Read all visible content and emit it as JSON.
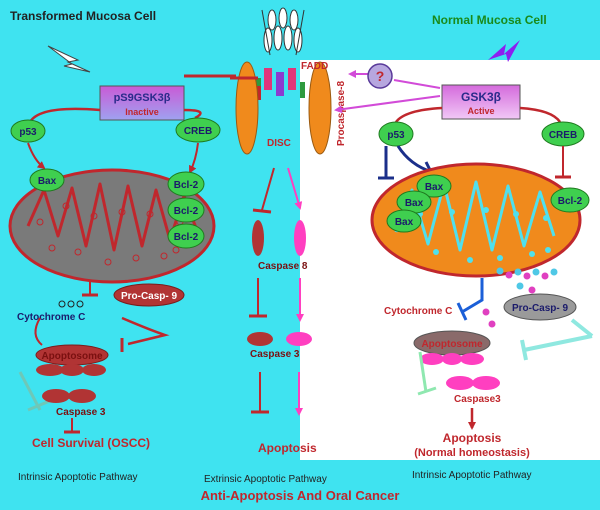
{
  "colors": {
    "background": "#3fe3f0",
    "panel_white": "#ffffff",
    "inhibit_red": "#c0272d",
    "mito_gray": "#7a7a7a",
    "mito_orange": "#f08a1c",
    "green_cell": "#3fcf4f",
    "pink": "#ff3fc0",
    "purple_box": "#c25bd6",
    "green_title": "#1a8a1a"
  },
  "titles": {
    "left": "Transformed Mucosa Cell",
    "right": "Normal Mucosa Cell",
    "bottom": "Anti-Apoptosis And Oral Cancer"
  },
  "left": {
    "gsk_top": "pS9GSK3β",
    "gsk_bottom": "Inactive",
    "p53": "p53",
    "creb": "CREB",
    "bax": "Bax",
    "bcl2": [
      "Bcl-2",
      "Bcl-2",
      "Bcl-2"
    ],
    "procasp": "Pro-Casp- 9",
    "cytochrome": "Cytochrome C",
    "apoptosome": "Apoptosome",
    "caspase3": "Caspase 3",
    "outcome": "Cell Survival (OSCC)",
    "pathway": "Intrinsic Apoptotic Pathway"
  },
  "middle": {
    "fadd": "FADD",
    "procaspase8": "Procaspase-8",
    "disc": "DISC",
    "caspase8": "Caspase 8",
    "caspase3": "Caspase 3",
    "outcome": "Apoptosis",
    "pathway": "Extrinsic Apoptotic Pathway"
  },
  "right": {
    "question": "?",
    "gsk_top": "GSK3β",
    "gsk_bottom": "Active",
    "p53": "p53",
    "creb": "CREB",
    "bax": [
      "Bax",
      "Bax",
      "Bax"
    ],
    "bcl2": "Bcl-2",
    "cytochrome": "Cytochrome C",
    "procasp": "Pro-Casp- 9",
    "apoptosome": "Apoptosome",
    "caspase3": "Caspase3",
    "outcome_line1": "Apoptosis",
    "outcome_line2": "(Normal homeostasis)",
    "pathway": "Intrinsic Apoptotic Pathway"
  }
}
